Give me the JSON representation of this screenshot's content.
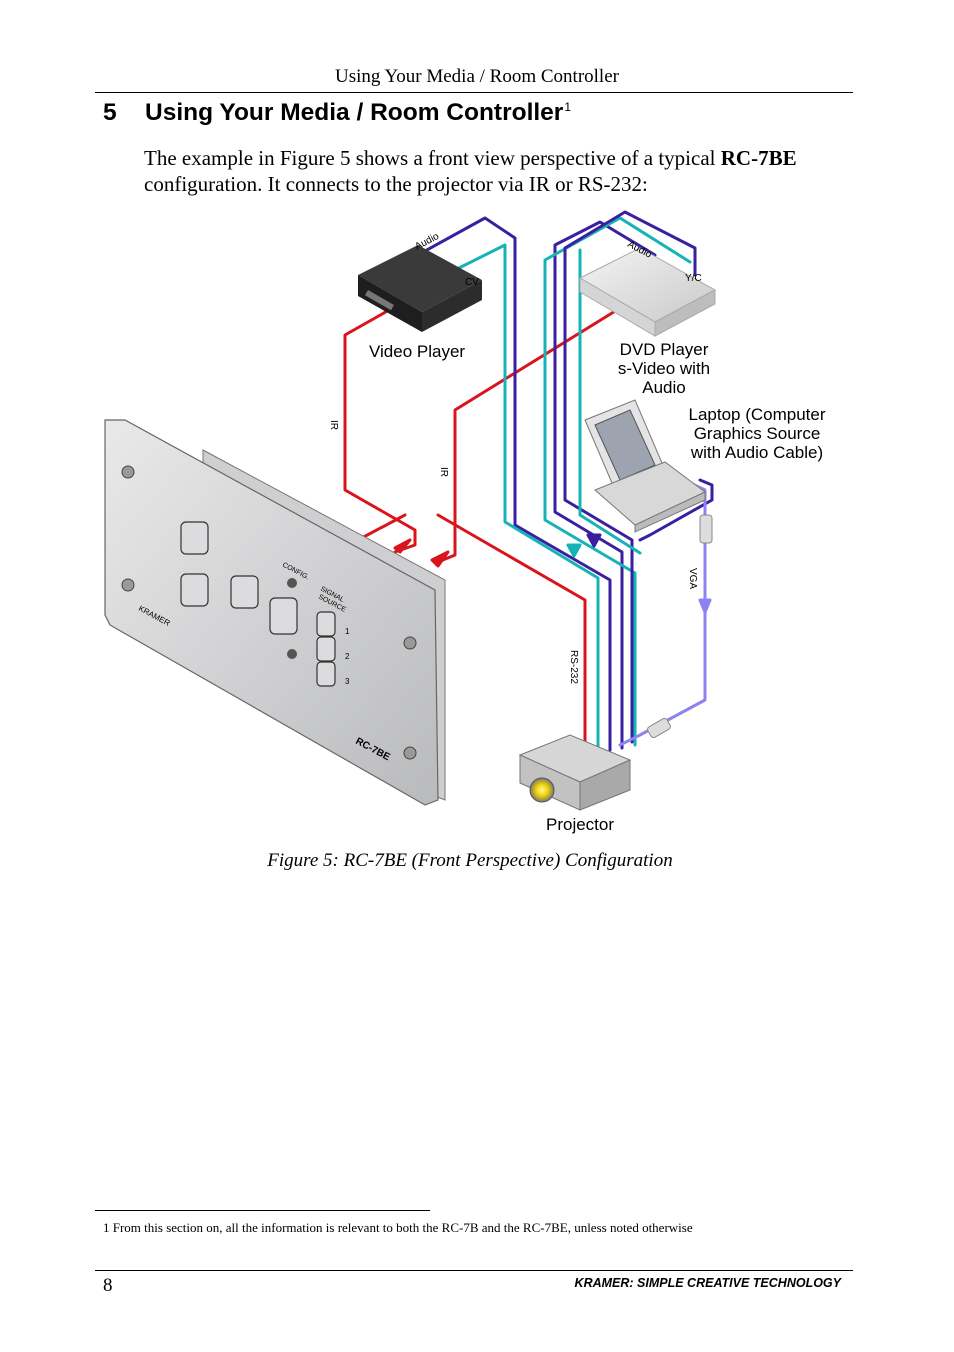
{
  "header": {
    "running_title": "Using Your Media / Room Controller"
  },
  "section": {
    "number": "5",
    "title": "Using Your Media / Room Controller",
    "footnote_ref": "1"
  },
  "intro": {
    "text_before": "The example in Figure 5 shows a front view perspective of a typical ",
    "product": "RC-7BE",
    "text_after": " configuration. It connects to the projector via IR or RS-232:"
  },
  "figure": {
    "labels": {
      "video_player": "Video Player",
      "dvd_player_1": "DVD Player",
      "dvd_player_2": "s-Video with",
      "dvd_player_3": "Audio",
      "laptop_1": "Laptop (Computer",
      "laptop_2": "Graphics Source",
      "laptop_3": "with Audio Cable)",
      "projector": "Projector",
      "audio_a": "Audio",
      "audio_b": "Audio",
      "cv": "CV",
      "yc": "Y/C",
      "ir_a": "IR",
      "ir_b": "IR",
      "vga": "VGA",
      "rs232": "RS-232",
      "panel_brand": "KRAMER",
      "panel_model": "RC-7BE",
      "config": "CONFIG.",
      "signal": "SIGNAL",
      "source": "SOURCE",
      "src1": "1",
      "src2": "2",
      "src3": "3"
    },
    "colors": {
      "ir": "#d9141c",
      "audio": "#3a1fa0",
      "video": "#15b3b8",
      "vga": "#8c82f0"
    },
    "caption": "Figure 5: RC-7BE (Front Perspective) Configuration"
  },
  "footnote": {
    "text": "1 From this section on, all the information is relevant to both the RC-7B and the RC-7BE, unless noted otherwise"
  },
  "footer": {
    "page_number": "8",
    "brand": "KRAMER:  SIMPLE CREATIVE TECHNOLOGY"
  }
}
